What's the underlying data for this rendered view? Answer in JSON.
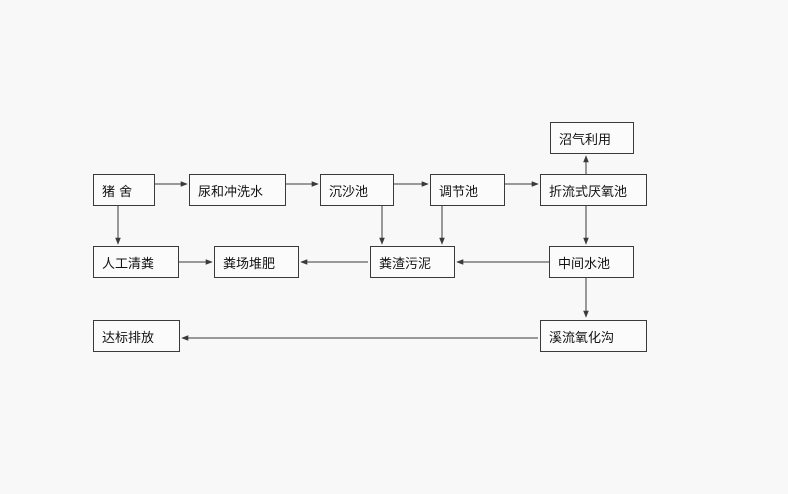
{
  "nodes": {
    "pig_house": "猪  舍",
    "urine_wash_water": "尿和冲洗水",
    "grit_chamber": "沉沙池",
    "regulating_tank": "调节池",
    "baffled_anaerobic_tank": "折流式厌氧池",
    "biogas_use": "沼气利用",
    "manual_manure_cleaning": "人工清粪",
    "manure_composting": "粪场堆肥",
    "manure_residue_sludge": "粪渣污泥",
    "intermediate_pool": "中间水池",
    "oxidation_ditch": "溪流氧化沟",
    "discharge": "达标排放"
  },
  "edges": [
    [
      "pig_house",
      "urine_wash_water"
    ],
    [
      "urine_wash_water",
      "grit_chamber"
    ],
    [
      "grit_chamber",
      "regulating_tank"
    ],
    [
      "regulating_tank",
      "baffled_anaerobic_tank"
    ],
    [
      "baffled_anaerobic_tank",
      "biogas_use"
    ],
    [
      "pig_house",
      "manual_manure_cleaning"
    ],
    [
      "grit_chamber",
      "manure_residue_sludge"
    ],
    [
      "regulating_tank",
      "manure_residue_sludge"
    ],
    [
      "baffled_anaerobic_tank",
      "intermediate_pool"
    ],
    [
      "intermediate_pool",
      "manure_residue_sludge"
    ],
    [
      "manure_residue_sludge",
      "manure_composting"
    ],
    [
      "manual_manure_cleaning",
      "manure_composting"
    ],
    [
      "intermediate_pool",
      "oxidation_ditch"
    ],
    [
      "oxidation_ditch",
      "discharge"
    ]
  ],
  "colors": {
    "line": "#3a3a3a",
    "background": "#f7f8f7"
  }
}
